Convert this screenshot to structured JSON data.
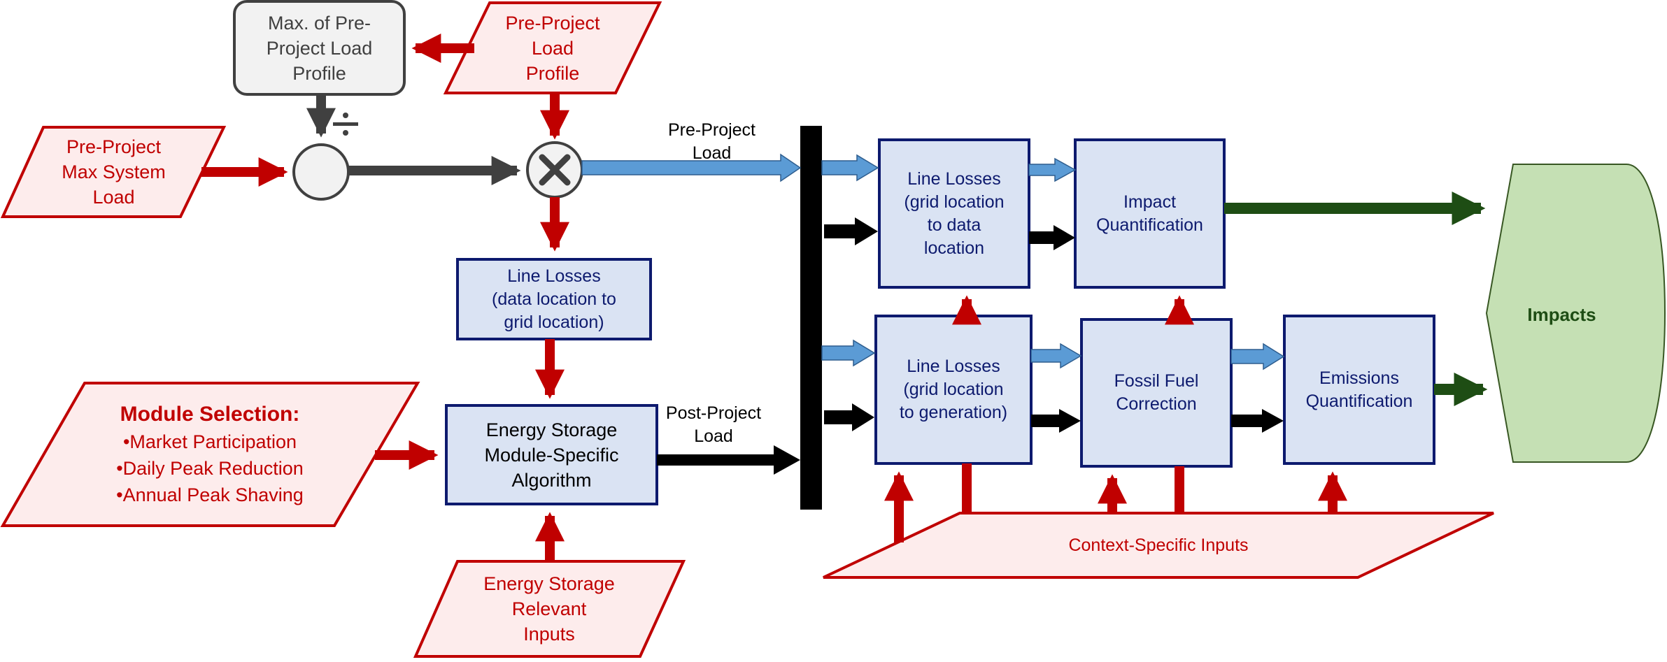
{
  "nodes": {
    "max_pre_load": [
      "Max. of Pre-",
      "Project Load",
      "Profile"
    ],
    "pre_load_profile": [
      "Pre-Project",
      "Load",
      "Profile"
    ],
    "pre_max_system": [
      "Pre-Project",
      "Max System",
      "Load"
    ],
    "line_losses_data_grid": [
      "Line Losses",
      "(data location to",
      "grid location)"
    ],
    "module_selection": {
      "title": "Module Selection:",
      "items": [
        "•Market Participation",
        "•Daily Peak Reduction",
        "•Annual Peak Shaving"
      ]
    },
    "storage_algorithm": [
      "Energy Storage",
      "Module-Specific",
      "Algorithm"
    ],
    "storage_inputs": [
      "Energy Storage",
      "Relevant",
      "Inputs"
    ],
    "line_losses_grid_data": [
      "Line Losses",
      "(grid location",
      "to data",
      "location"
    ],
    "impact_quant": [
      "Impact",
      "Quantification"
    ],
    "line_losses_grid_gen": [
      "Line Losses",
      "(grid location",
      "to generation)"
    ],
    "fossil_fuel": [
      "Fossil Fuel",
      "Correction"
    ],
    "emissions_quant": [
      "Emissions",
      "Quantification"
    ],
    "context_inputs": "Context-Specific Inputs",
    "impacts": "Impacts"
  },
  "edge_labels": {
    "pre_project_load": [
      "Pre-Project",
      "Load"
    ],
    "post_project_load": [
      "Post-Project",
      "Load"
    ]
  },
  "symbols": {
    "divide": "÷",
    "multiply": "×"
  },
  "colors": {
    "red_arrow": "#c00000",
    "red_fill": "#fdecec",
    "blue_fill": "#dae3f3",
    "blue_border": "#0d1a6e",
    "blue_arrow": "#5b9bd5",
    "green_arrow": "#1e4d14",
    "green_fill": "#c5e0b4",
    "gray_fill": "#f2f2f2",
    "gray_arrow": "#404040"
  }
}
